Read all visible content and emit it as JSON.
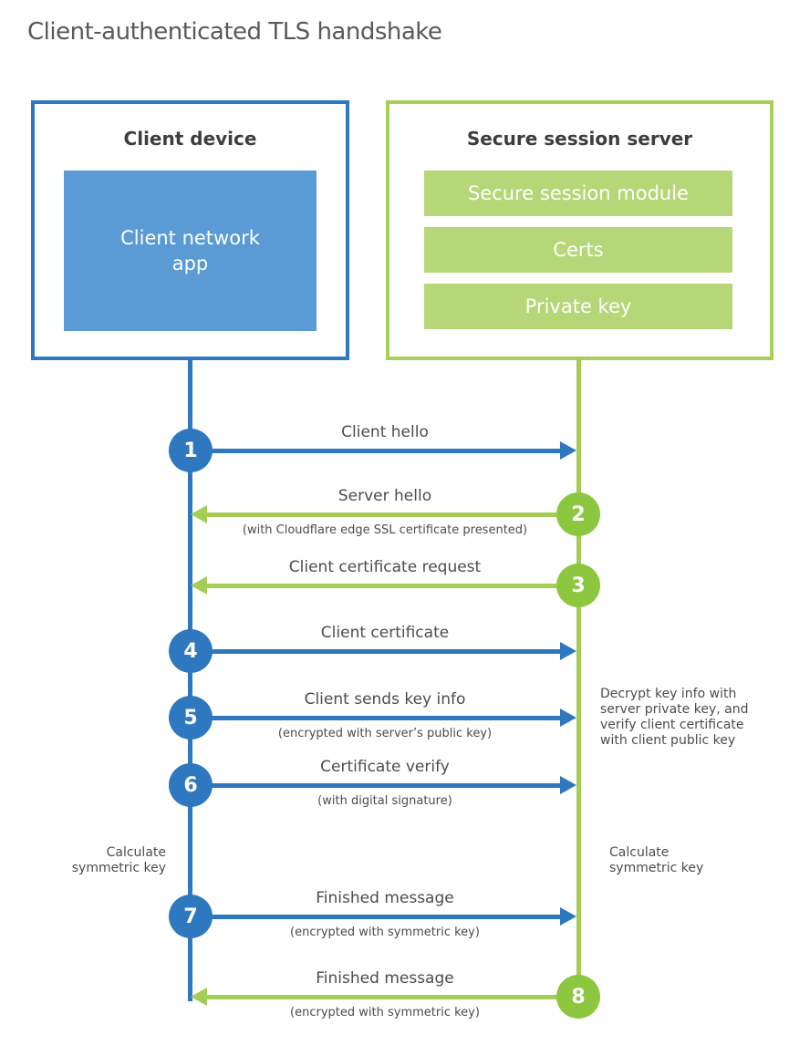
{
  "title": "Client-authenticated TLS handshake",
  "client": {
    "title": "Client device",
    "app_label": "Client network app"
  },
  "server": {
    "title": "Secure session server",
    "modules": [
      "Secure session module",
      "Certs",
      "Private key"
    ]
  },
  "steps": [
    {
      "num": "1",
      "from": "client",
      "direction": "right",
      "label": "Client hello",
      "sub": ""
    },
    {
      "num": "2",
      "from": "server",
      "direction": "left",
      "label": "Server hello",
      "sub": "(with Cloudflare edge SSL certificate presented)"
    },
    {
      "num": "3",
      "from": "server",
      "direction": "left",
      "label": "Client certificate request",
      "sub": ""
    },
    {
      "num": "4",
      "from": "client",
      "direction": "right",
      "label": "Client certificate",
      "sub": ""
    },
    {
      "num": "5",
      "from": "client",
      "direction": "right",
      "label": "Client sends key info",
      "sub": "(encrypted with server’s public key)"
    },
    {
      "num": "6",
      "from": "client",
      "direction": "right",
      "label": "Certificate verify",
      "sub": "(with digital signature)"
    },
    {
      "num": "7",
      "from": "client",
      "direction": "right",
      "label": "Finished message",
      "sub": "(encrypted with symmetric key)"
    },
    {
      "num": "8",
      "from": "server",
      "direction": "left",
      "label": "Finished message",
      "sub": "(encrypted with symmetric key)"
    }
  ],
  "notes": {
    "decrypt_line1": "Decrypt key info with",
    "decrypt_line2": "server private key, and",
    "decrypt_line3": "verify client certificate",
    "decrypt_line4": "with client public key",
    "calculate_left": "Calculate symmetric key",
    "calculate_right": "Calculate symmetric key"
  },
  "colors": {
    "blue": "#2e78bf",
    "blue_fill": "#5b9bd5",
    "green_circle": "#8dc63f",
    "green_line": "#a3cd55",
    "green_fill": "#b6d777",
    "text": "#4c4c4c"
  }
}
